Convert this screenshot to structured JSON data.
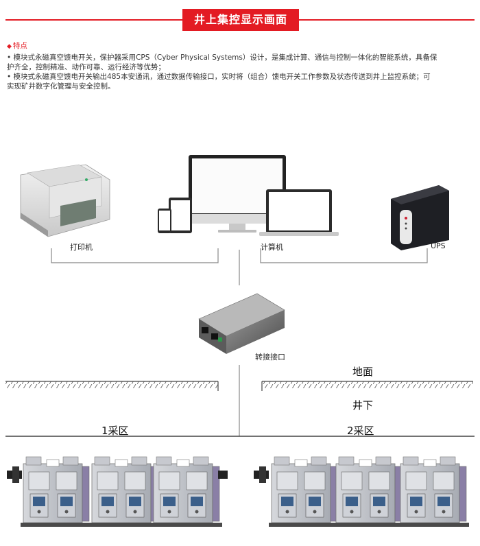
{
  "title": "井上集控显示画面",
  "features": {
    "heading": "特点",
    "lines": [
      "• 模块式永磁真空馈电开关，保护器采用CPS（Cyber Physical Systems）设计，是集成计算、通信与控制一体化的智能系统，具备保",
      "  护齐全，控制精准、动作可靠、运行经济等优势；",
      "• 模块式永磁真空馈电开关输出485本安通讯，通过数据传输接口，实时将（组合）馈电开关工作参数及状态传送到井上监控系统；可",
      "  实现矿井数字化管理与安全控制。"
    ]
  },
  "devices": {
    "printer": "打印机",
    "computer": "计算机",
    "ups": "UPS",
    "converter": "转接接口"
  },
  "ground": {
    "surface": "地面",
    "underground": "井下",
    "zone1": "1采区",
    "zone2": "2采区"
  },
  "colors": {
    "accent": "#e31b23",
    "line": "#888888",
    "cabinet": "#b8bcc4",
    "cabinet_side": "#8a7fa6"
  }
}
